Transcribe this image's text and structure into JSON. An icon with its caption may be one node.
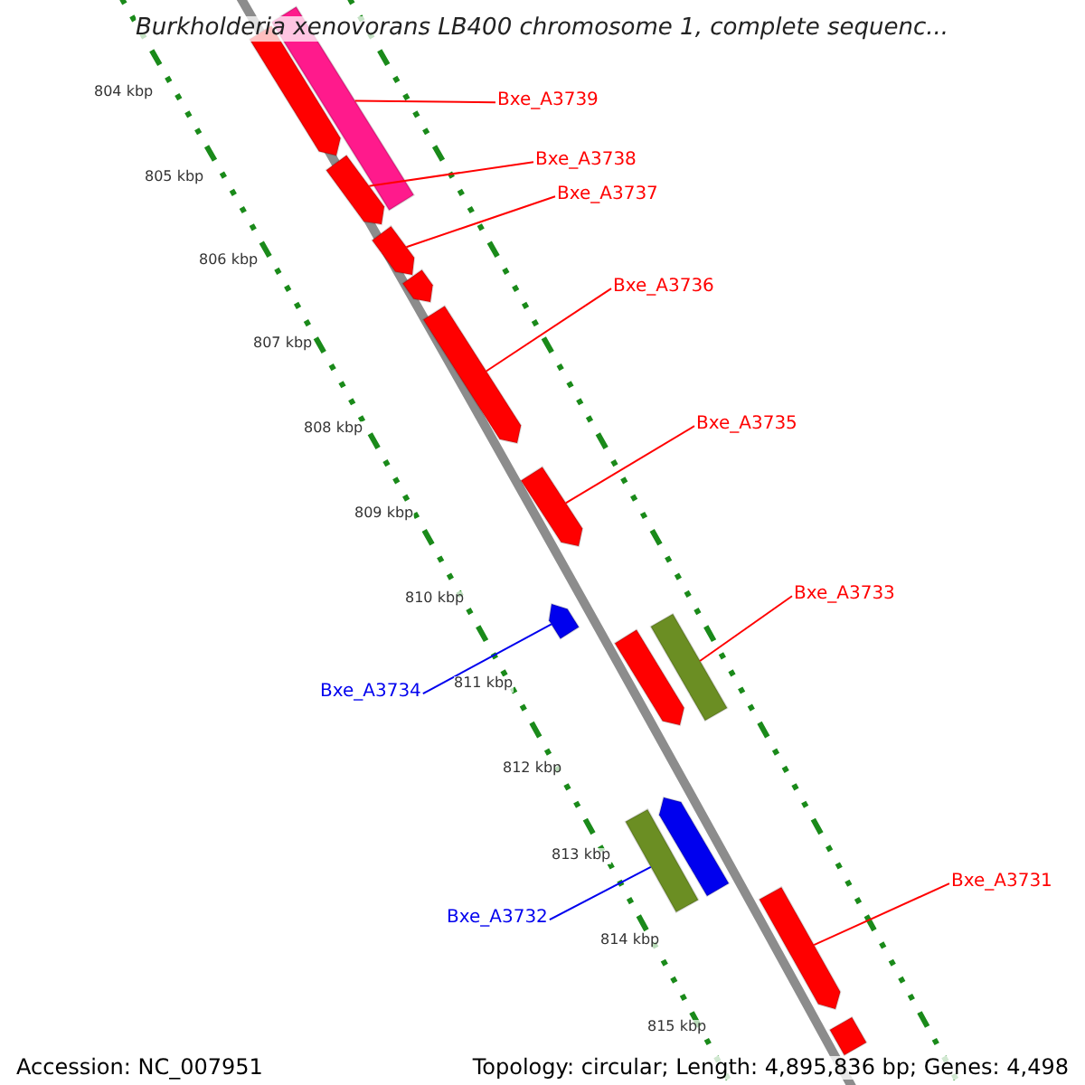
{
  "diagram": {
    "title": "Burkholderia xenovorans LB400 chromosome 1, complete sequenc...",
    "nodes": [
      {
        "text": [
          "Bxe_A3739"
        ]
      },
      {
        "text": [
          "Bxe_A3738"
        ]
      },
      {
        "text": [
          "Bxe_A3737"
        ]
      },
      {
        "text": [
          "Bxe_A3736"
        ]
      },
      {
        "text": [
          "Bxe_A3735"
        ]
      },
      {
        "text": [
          "Bxe_A3733"
        ]
      },
      {
        "text": [
          "Bxe_A3734"
        ]
      },
      {
        "text": [
          "Bxe_A3732"
        ]
      },
      {
        "text": [
          "Bxe_A3731"
        ]
      },
      {
        "text": [],
        "shape": "bar"
      },
      {
        "text": [],
        "shape": "bar"
      },
      {
        "text": [],
        "shape": "bar"
      },
      {
        "text": [],
        "shape": "bar"
      },
      {
        "text": [],
        "shape": "bar"
      },
      {
        "text": [],
        "shape": "bar"
      },
      {
        "text": [],
        "shape": "bar"
      },
      {
        "text": [],
        "shape": "bar"
      },
      {
        "text": [],
        "shape": "bar"
      },
      {
        "text": [],
        "shape": "bar"
      },
      {
        "text": [],
        "shape": "bar"
      },
      {
        "text": [],
        "shape": "bar"
      },
      {
        "text": [],
        "shape": "bar"
      },
      {
        "text": [],
        "shape": "bar"
      }
    ],
    "edges": [
      {
        "from": 0,
        "to": 9,
        "arrow": "none"
      },
      {
        "from": 1,
        "to": 11,
        "arrow": "none"
      },
      {
        "from": 2,
        "to": 12,
        "arrow": "none"
      },
      {
        "from": 3,
        "to": 14,
        "arrow": "none"
      },
      {
        "from": 4,
        "to": 15,
        "arrow": "none"
      },
      {
        "from": 5,
        "to": 17,
        "arrow": "none"
      },
      {
        "from": 6,
        "to": 16,
        "arrow": "none",
        "color": "#0000ee"
      },
      {
        "from": 7,
        "to": 20,
        "arrow": "none",
        "color": "#0000ee"
      },
      {
        "from": 8,
        "to": 21,
        "arrow": "none"
      }
    ],
    "labels": [
      "804 kbp",
      "805 kbp",
      "806 kbp",
      "807 kbp",
      "808 kbp",
      "809 kbp",
      "810 kbp",
      "811 kbp",
      "812 kbp",
      "813 kbp",
      "814 kbp",
      "815 kbp",
      "Accession: NC_007951",
      "Topology: circular; Length: 4,895,836 bp; Genes: 4,498"
    ]
  }
}
